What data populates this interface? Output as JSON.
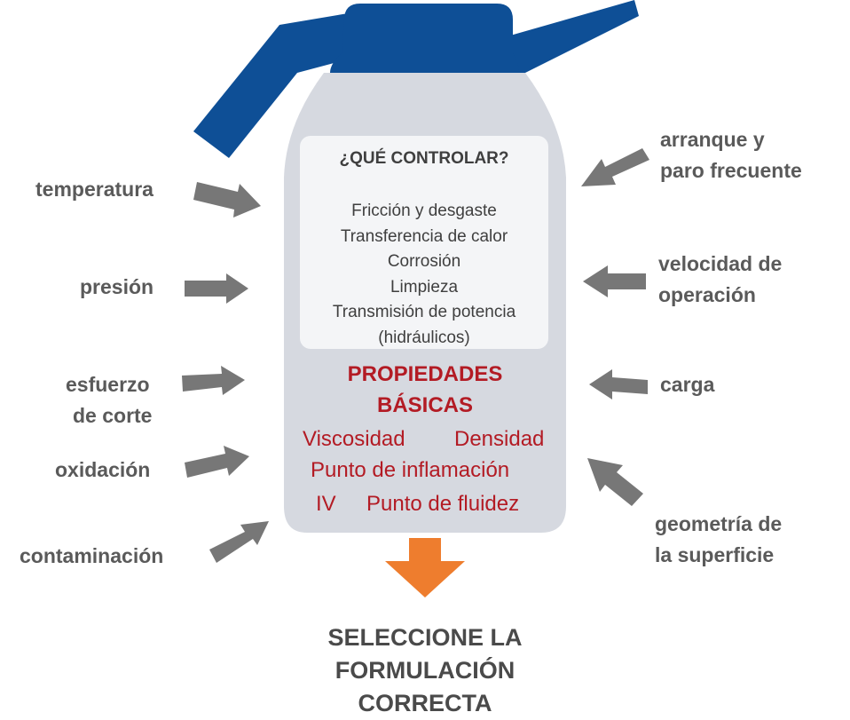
{
  "bottle": {
    "control_title": "¿QUÉ CONTROLAR?",
    "control_items": [
      "Fricción y desgaste",
      "Transferencia de calor",
      "Corrosión",
      "Limpieza",
      "Transmisión de potencia",
      "(hidráulicos)"
    ],
    "properties_title_lines": [
      "PROPIEDADES",
      "BÁSICAS"
    ],
    "properties": {
      "viscosidad": "Viscosidad",
      "densidad": "Densidad",
      "punto_inflamacion": "Punto de inflamación",
      "iv": "IV",
      "punto_fluidez": "Punto de fluidez"
    }
  },
  "left_factors": [
    {
      "lines": [
        "temperatura"
      ]
    },
    {
      "lines": [
        "presión"
      ]
    },
    {
      "lines": [
        "esfuerzo",
        "de corte"
      ]
    },
    {
      "lines": [
        "oxidación"
      ]
    },
    {
      "lines": [
        "contaminación"
      ]
    }
  ],
  "right_factors": [
    {
      "lines": [
        "arranque y",
        "paro frecuente"
      ]
    },
    {
      "lines": [
        "velocidad de",
        "operación"
      ]
    },
    {
      "lines": [
        "carga"
      ]
    },
    {
      "lines": [
        "geometría de",
        "la superficie"
      ]
    }
  ],
  "result_lines": [
    "SELECCIONE LA",
    "FORMULACIÓN",
    "CORRECTA"
  ],
  "colors": {
    "cap_blue": "#0e4f96",
    "bottle_body": "#d6d9e0",
    "panel": "#f4f5f7",
    "arrow_gray": "#777777",
    "down_arrow_orange": "#ee7d2e",
    "label_gray": "#5a5a5a",
    "property_red": "#b31b24"
  }
}
